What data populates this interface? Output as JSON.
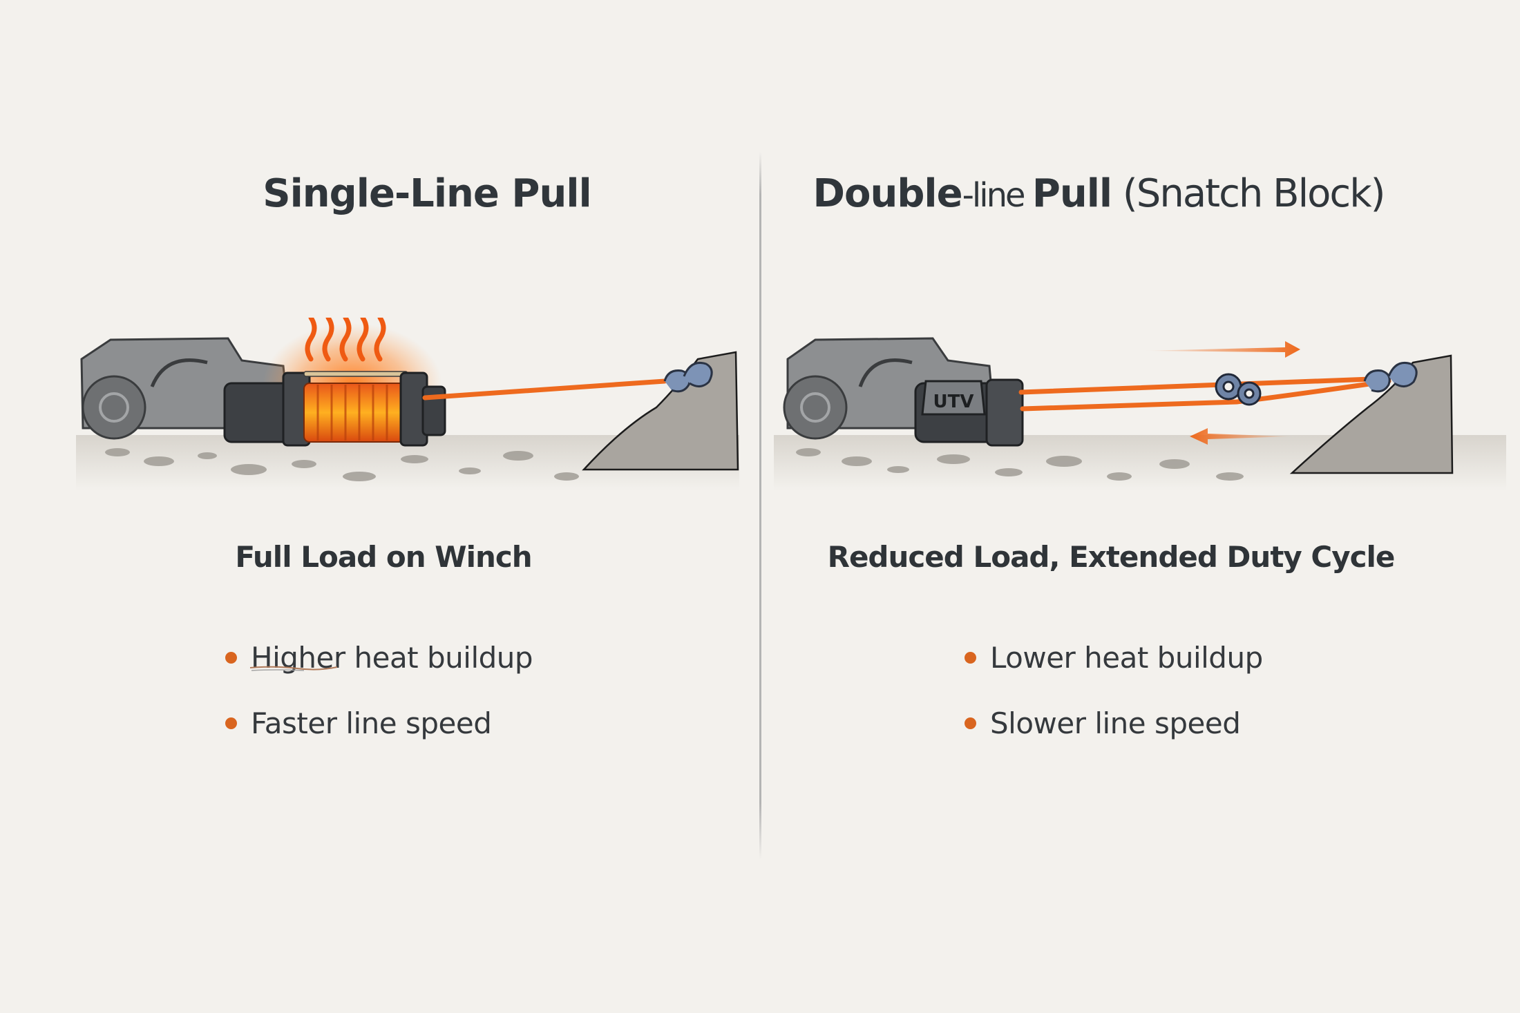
{
  "colors": {
    "background": "#f3f1ed",
    "text": "#2f3438",
    "accent_orange": "#e2661c",
    "rope_orange": "#ee6a1e",
    "shackle_blue": "#6f84a6",
    "vehicle_gray": "#8a8c8e",
    "winch_dark": "#3d4044",
    "divider": "#b4b4b4"
  },
  "left_panel": {
    "title": "Single-Line Pull",
    "illustration": {
      "description": "Gray off-road vehicle with overheating winch (glowing orange drum with heat waves) pulling a single orange rope to a shackle anchored on a rocky mound",
      "icons": [
        "vehicle-icon",
        "winch-icon",
        "heat-waves-icon",
        "rope-icon",
        "shackle-icon",
        "anchor-rock-icon"
      ]
    },
    "subheading": "Full Load on Winch",
    "bullets": [
      "Higher heat buildup",
      "Faster line speed"
    ]
  },
  "right_panel": {
    "title_parts": {
      "bold1": "Double",
      "light1": "-line ",
      "bold2": "Pull",
      "light2": " (Snatch Block)"
    },
    "illustration": {
      "winch_label": "UTV",
      "description": "Gray vehicle with UTV winch; double orange rope routed through a snatch block (blue figure-8 pulley) back to an anchor shackle on a rocky mound; orange arrows show line going out (right) and returning (left)",
      "icons": [
        "vehicle-icon",
        "winch-icon",
        "double-rope-icon",
        "snatch-block-icon",
        "shackle-icon",
        "anchor-rock-icon",
        "arrow-right-icon",
        "arrow-left-icon"
      ]
    },
    "subheading": "Reduced Load, Extended Duty Cycle",
    "bullets": [
      "Lower heat buildup",
      "Slower line speed"
    ]
  }
}
